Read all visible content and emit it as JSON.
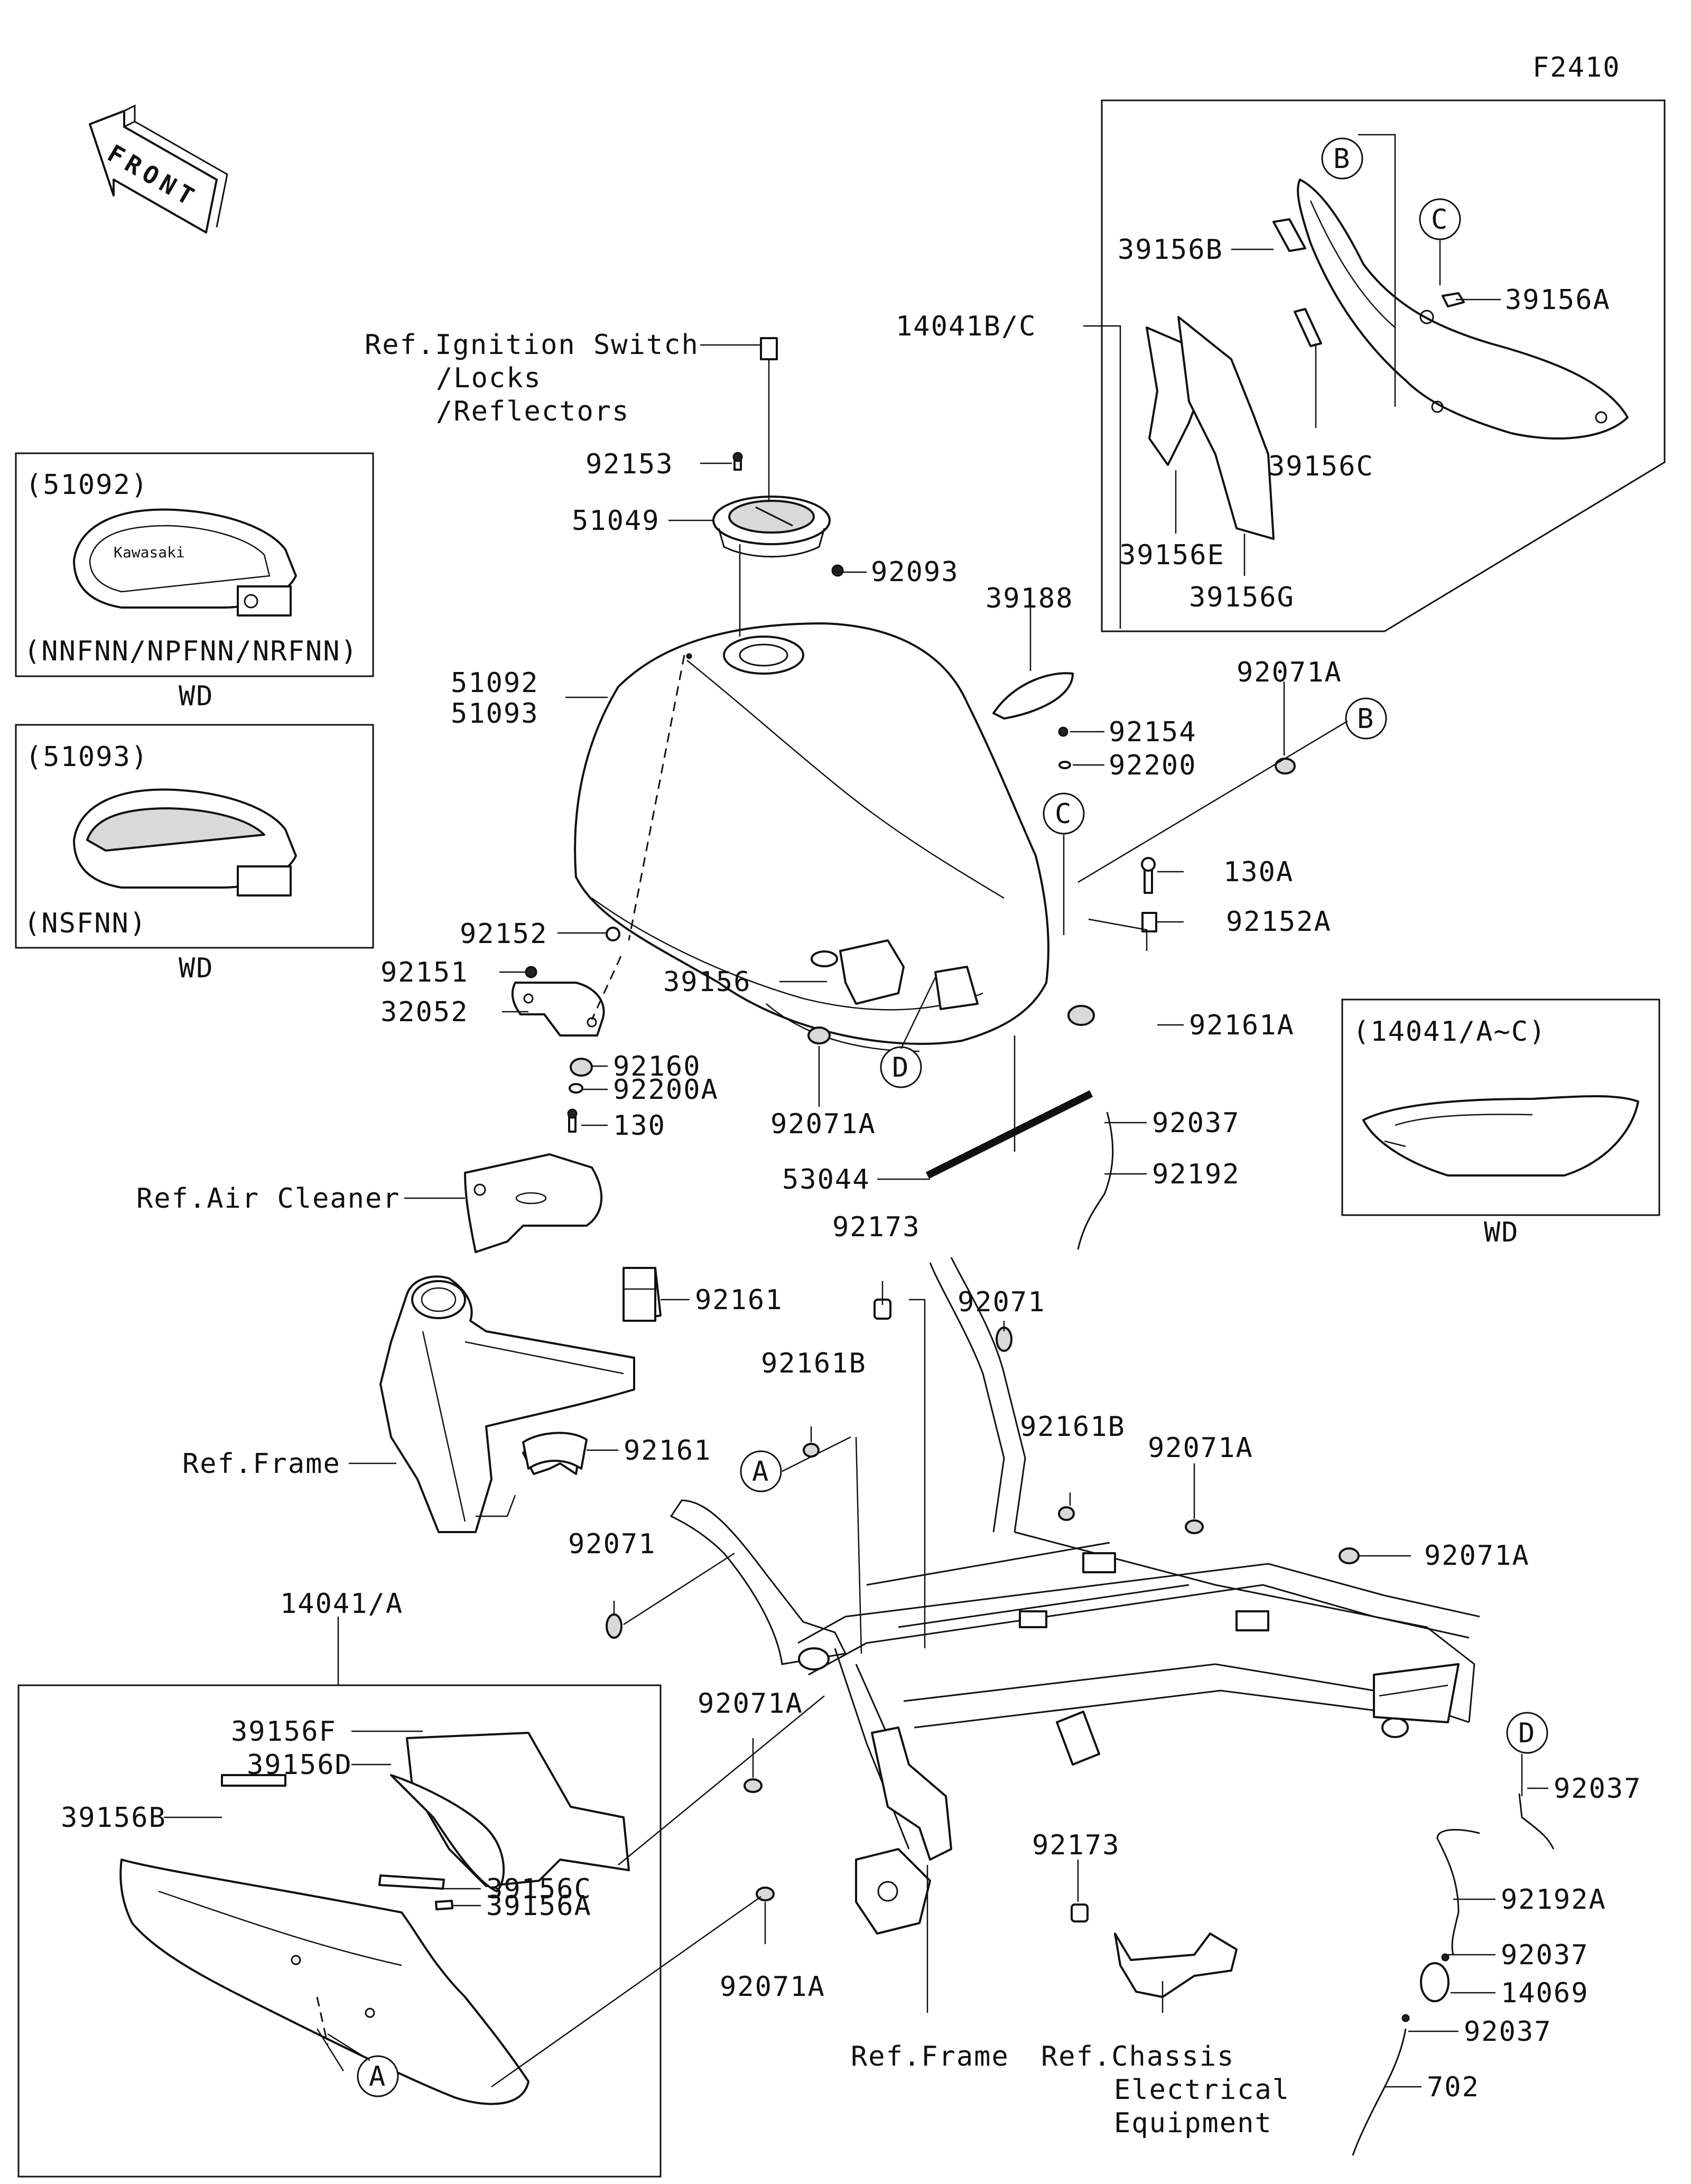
{
  "diagram_code": "F2410",
  "front_arrow_text": "FRONT",
  "ref_labels": {
    "ignition": [
      "Ref.Ignition Switch",
      "/Locks",
      "/Reflectors"
    ],
    "air_cleaner": "Ref.Air Cleaner",
    "frame_upper": "Ref.Frame",
    "frame_lower": "Ref.Frame",
    "chassis": [
      "Ref.Chassis",
      "Electrical",
      "Equipment"
    ]
  },
  "inset_tank_51092": {
    "code": "(51092)",
    "models": "(NNFNN/NPFNN/NRFNN)",
    "caption": "WD",
    "logo_text": "Kawasaki"
  },
  "inset_tank_51093": {
    "code": "(51093)",
    "models": "(NSFNN)",
    "caption": "WD"
  },
  "inset_cover": {
    "code": "(14041/A~C)",
    "caption": "WD"
  },
  "circle_refs": [
    "A",
    "B",
    "C",
    "D"
  ],
  "parts": {
    "p92153": "92153",
    "p51049": "51049",
    "p92093": "92093",
    "p51092": "51092",
    "p51093": "51093",
    "p39188": "39188",
    "p92071A_top": "92071A",
    "p92154": "92154",
    "p92200": "92200",
    "p130A": "130A",
    "p92152A": "92152A",
    "p92161A": "92161A",
    "p92037_mid": "92037",
    "p92192": "92192",
    "p53044": "53044",
    "p92071A_tank": "92071A",
    "p39156": "39156",
    "p92152": "92152",
    "p92151": "92151",
    "p32052": "32052",
    "p92160": "92160",
    "p92200A": "92200A",
    "p130": "130",
    "p92161_top": "92161",
    "p92161_bot": "92161",
    "p92173_top": "92173",
    "p92071_right": "92071",
    "p92161B_left": "92161B",
    "p92161B_right": "92161B",
    "p92071A_frame": "92071A",
    "p92071A_right": "92071A",
    "p92071_left": "92071",
    "p14041A": "14041/A",
    "p39156F": "39156F",
    "p39156D": "39156D",
    "p39156B_low": "39156B",
    "p39156C_low": "39156C",
    "p39156A_low": "39156A",
    "p92071A_low1": "92071A",
    "p92071A_low2": "92071A",
    "p92173_bot": "92173",
    "p92037_r1": "92037",
    "p92192A": "92192A",
    "p92037_r2": "92037",
    "p14069": "14069",
    "p92037_r3": "92037",
    "p702": "702",
    "p14041BC": "14041B/C",
    "p39156B_top": "39156B",
    "p39156A_top": "39156A",
    "p39156C_top": "39156C",
    "p39156E": "39156E",
    "p39156G": "39156G"
  }
}
